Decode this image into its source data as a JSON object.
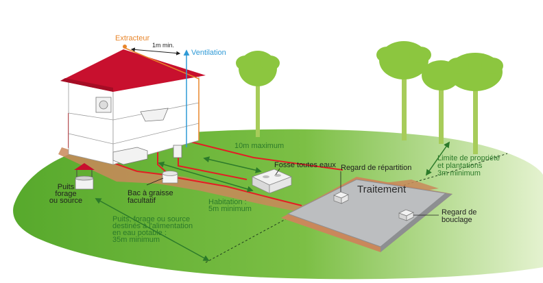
{
  "labels": {
    "extracteur": "Extracteur",
    "distance_1m": "1m min.",
    "ventilation": "Ventilation",
    "distance_10m": "10m maximum",
    "fosse": "Fosse toutes eaux",
    "regard_repartition": "Regard de répartition",
    "limite_line1": "Limite de propriété",
    "limite_line2": "et plantations",
    "limite_line3": "3m minimum",
    "traitement": "Traitement",
    "puits_line1": "Puits",
    "puits_line2": "forage",
    "puits_line3": "ou source",
    "bac_line1": "Bac à graisse",
    "bac_line2": "facultatif",
    "habitation_line1": "Habitation :",
    "habitation_line2": "5m minimum",
    "potable_line1": "Puits, forage ou source",
    "potable_line2": "destinés à l'alimentation",
    "potable_line3": "en eau potable :",
    "potable_line4": "35m minimum",
    "bouclage_line1": "Regard de",
    "bouclage_line2": "bouclage"
  },
  "colors": {
    "grass": "#5fb130",
    "grass_light": "#d8edb6",
    "roof": "#c8102e",
    "pipe": "#e31e24",
    "tree": "#8cc63f",
    "trunk": "#a7cc5a",
    "soil": "#c9885b",
    "filter_bed": "#bcbec0",
    "arrow_green": "#2c7a2a",
    "extracteur": "#e8862b",
    "ventilation": "#2f9ad6"
  }
}
